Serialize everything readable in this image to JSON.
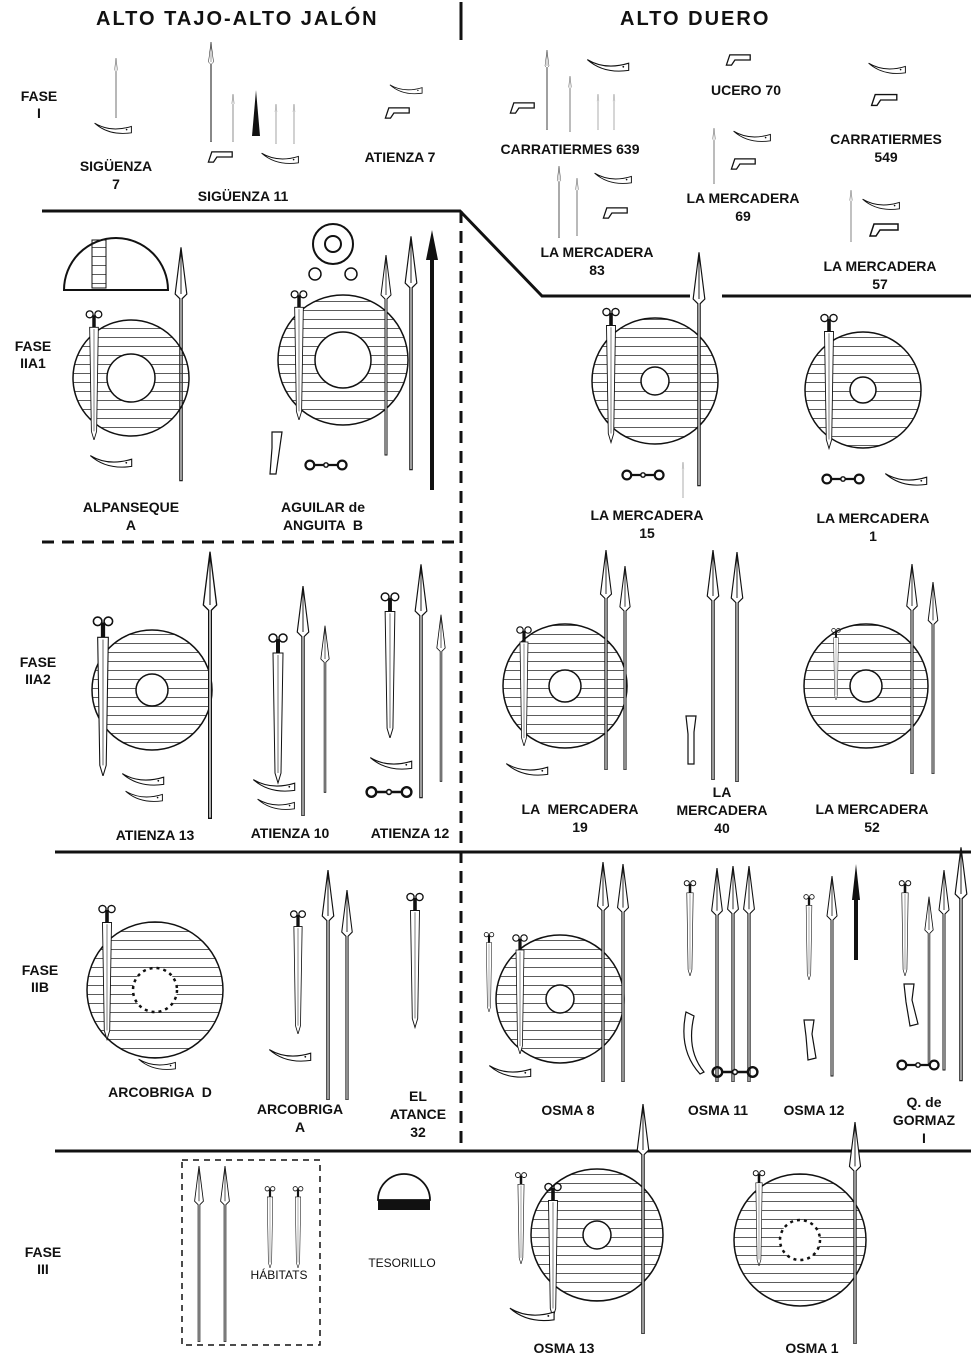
{
  "headers": {
    "left": "ALTO TAJO-ALTO JALÓN",
    "right": "ALTO DUERO"
  },
  "phases": {
    "f1": "FASE\nI",
    "f2a1": "FASE\nIIA1",
    "f2a2": "FASE\nIIA2",
    "f2b": "FASE\nIIB",
    "f3": "FASE\nIII"
  },
  "sites": {
    "s1": "SIGÜENZA\n7",
    "s2": "SIGÜENZA 11",
    "s3": "ATIENZA 7",
    "s4": "CARRATIERMES 639",
    "s5": "UCERO 70",
    "s6": "CARRATIERMES\n549",
    "s7": "LA MERCADERA\n69",
    "s8": "LA MERCADERA\n83",
    "s9": "LA MERCADERA\n57",
    "s10": "ALPANSEQUE\nA",
    "s11": "AGUILAR de\nANGUITA  B",
    "s12": "LA MERCADERA\n15",
    "s13": "LA MERCADERA\n1",
    "s14": "ATIENZA  13",
    "s15": "ATIENZA 10",
    "s16": "ATIENZA 12",
    "s17": "LA  MERCADERA\n19",
    "s18": "LA\nMERCADERA\n40",
    "s19": "LA MERCADERA\n52",
    "s20": "ARCOBRIGA  D",
    "s21": "ARCOBRIGA\nA",
    "s22": "EL\nATANCE\n32",
    "s23": "OSMA 8",
    "s24": "OSMA 11",
    "s25": "OSMA 12",
    "s26": "Q. de\nGORMAZ\nI",
    "s27": "OSMA 13",
    "s28": "OSMA 1"
  },
  "notes": {
    "habitats": "HÁBITATS",
    "tesorillo": "TESORILLO"
  }
}
